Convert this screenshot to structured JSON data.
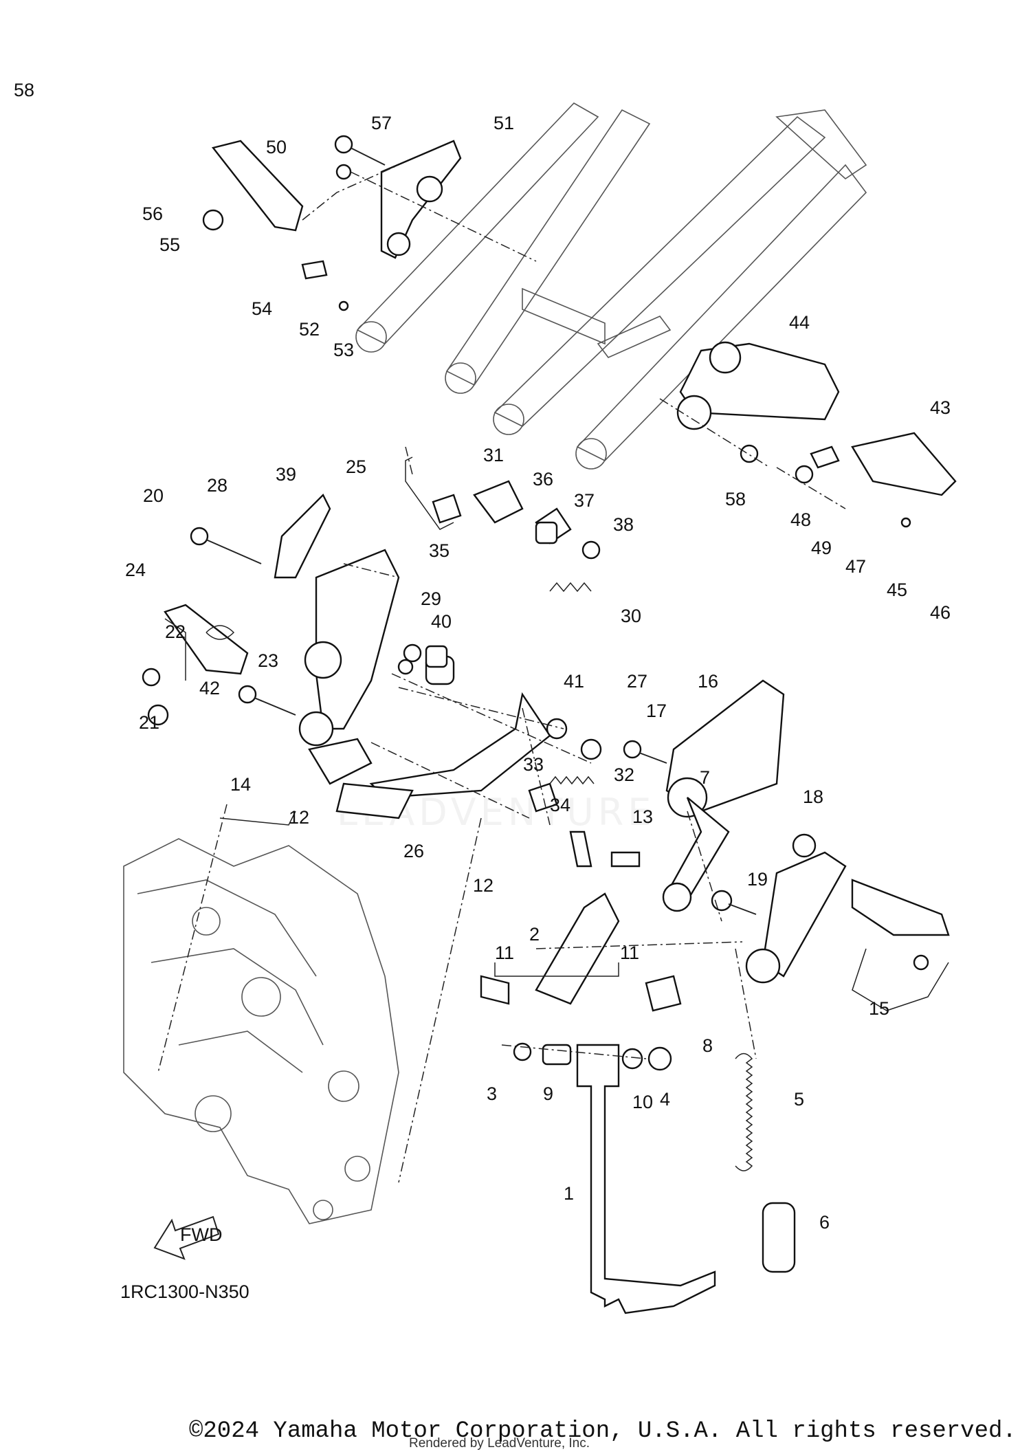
{
  "diagram": {
    "code": "1RC1300-N350",
    "fwd_label": "FWD",
    "watermark": "LEADVENTURE",
    "copyright": "©2024 Yamaha Motor Corporation, U.S.A. All rights reserved.",
    "rendered_by": "Rendered by LeadVenture, Inc.",
    "callouts": [
      "1",
      "2",
      "3",
      "4",
      "5",
      "6",
      "7",
      "8",
      "9",
      "10",
      "11",
      "11",
      "12",
      "12",
      "13",
      "14",
      "15",
      "16",
      "17",
      "18",
      "19",
      "20",
      "21",
      "22",
      "23",
      "24",
      "25",
      "26",
      "27",
      "28",
      "29",
      "30",
      "31",
      "32",
      "33",
      "34",
      "35",
      "36",
      "37",
      "38",
      "39",
      "40",
      "41",
      "42",
      "43",
      "44",
      "45",
      "46",
      "47",
      "48",
      "49",
      "50",
      "51",
      "52",
      "53",
      "54",
      "55",
      "56",
      "57",
      "58",
      "58"
    ]
  }
}
